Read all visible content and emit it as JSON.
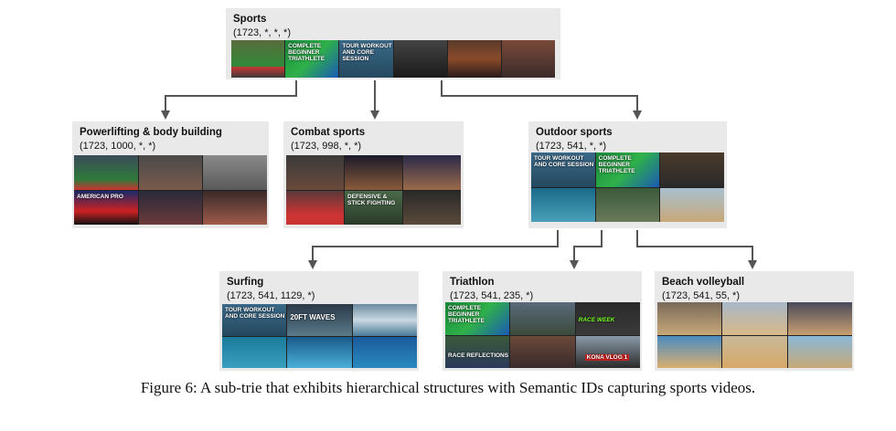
{
  "nodes": {
    "sports": {
      "title": "Sports",
      "code": "(1723, *, *, *)"
    },
    "powerlifting": {
      "title": "Powerlifting & body building",
      "code": "(1723, 1000, *, *)"
    },
    "combat": {
      "title": "Combat sports",
      "code": "(1723, 998, *, *)"
    },
    "outdoor": {
      "title": "Outdoor sports",
      "code": "(1723, 541, *, *)"
    },
    "surfing": {
      "title": "Surfing",
      "code": "(1723, 541, 1129, *)"
    },
    "triathlon": {
      "title": "Triathlon",
      "code": "(1723, 541, 235, *)"
    },
    "beach": {
      "title": "Beach volleyball",
      "code": "(1723, 541, 55, *)"
    }
  },
  "thumbnail_text": {
    "complete_beginner": "COMPLETE BEGINNER TRIATHLETE",
    "swim_session": "TOUR WORKOUT AND CORE SESSION",
    "american_pro": "AMERICAN PRO",
    "defensive": "DEFENSIVE & STICK FIGHTING",
    "waves": "20FT WAVES",
    "race_week": "RACE WEEK",
    "race_reflections": "RACE REFLECTIONS",
    "kona_vlog": "KONA VLOG 1"
  },
  "caption": "Figure 6: A sub-trie that exhibits hierarchical structures with Semantic IDs capturing sports videos."
}
